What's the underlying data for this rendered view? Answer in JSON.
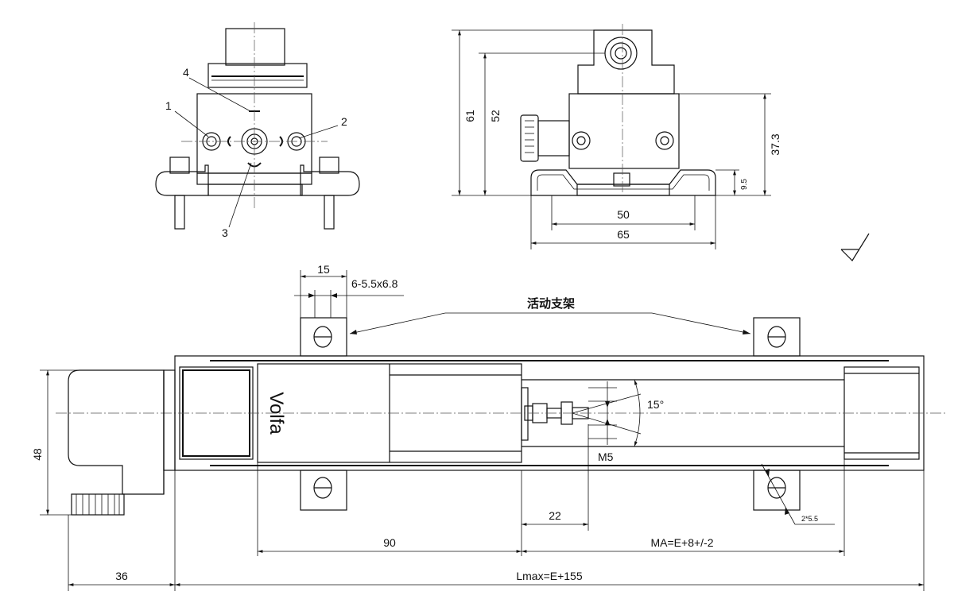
{
  "labels": {
    "pin1": "1",
    "pin2": "2",
    "pin3": "3",
    "pin4": "4",
    "dim61": "61",
    "dim52": "52",
    "dim37_3": "37.3",
    "dim9_5": "9.5",
    "dim50": "50",
    "dim65": "65",
    "dim15": "15",
    "slot": "6-5.5x6.8",
    "bracket_cn": "活动支架",
    "brand": "Volfa",
    "angle": "15°",
    "thread": "M5",
    "hole": "2*5.5",
    "dim48": "48",
    "dim22": "22",
    "dim90": "90",
    "dim_ma": "MA=E+8+/-2",
    "dim36": "36",
    "dim_lmax": "Lmax=E+155"
  },
  "colors": {
    "line": "#111111",
    "center_line": "#555555",
    "background": "#ffffff"
  }
}
